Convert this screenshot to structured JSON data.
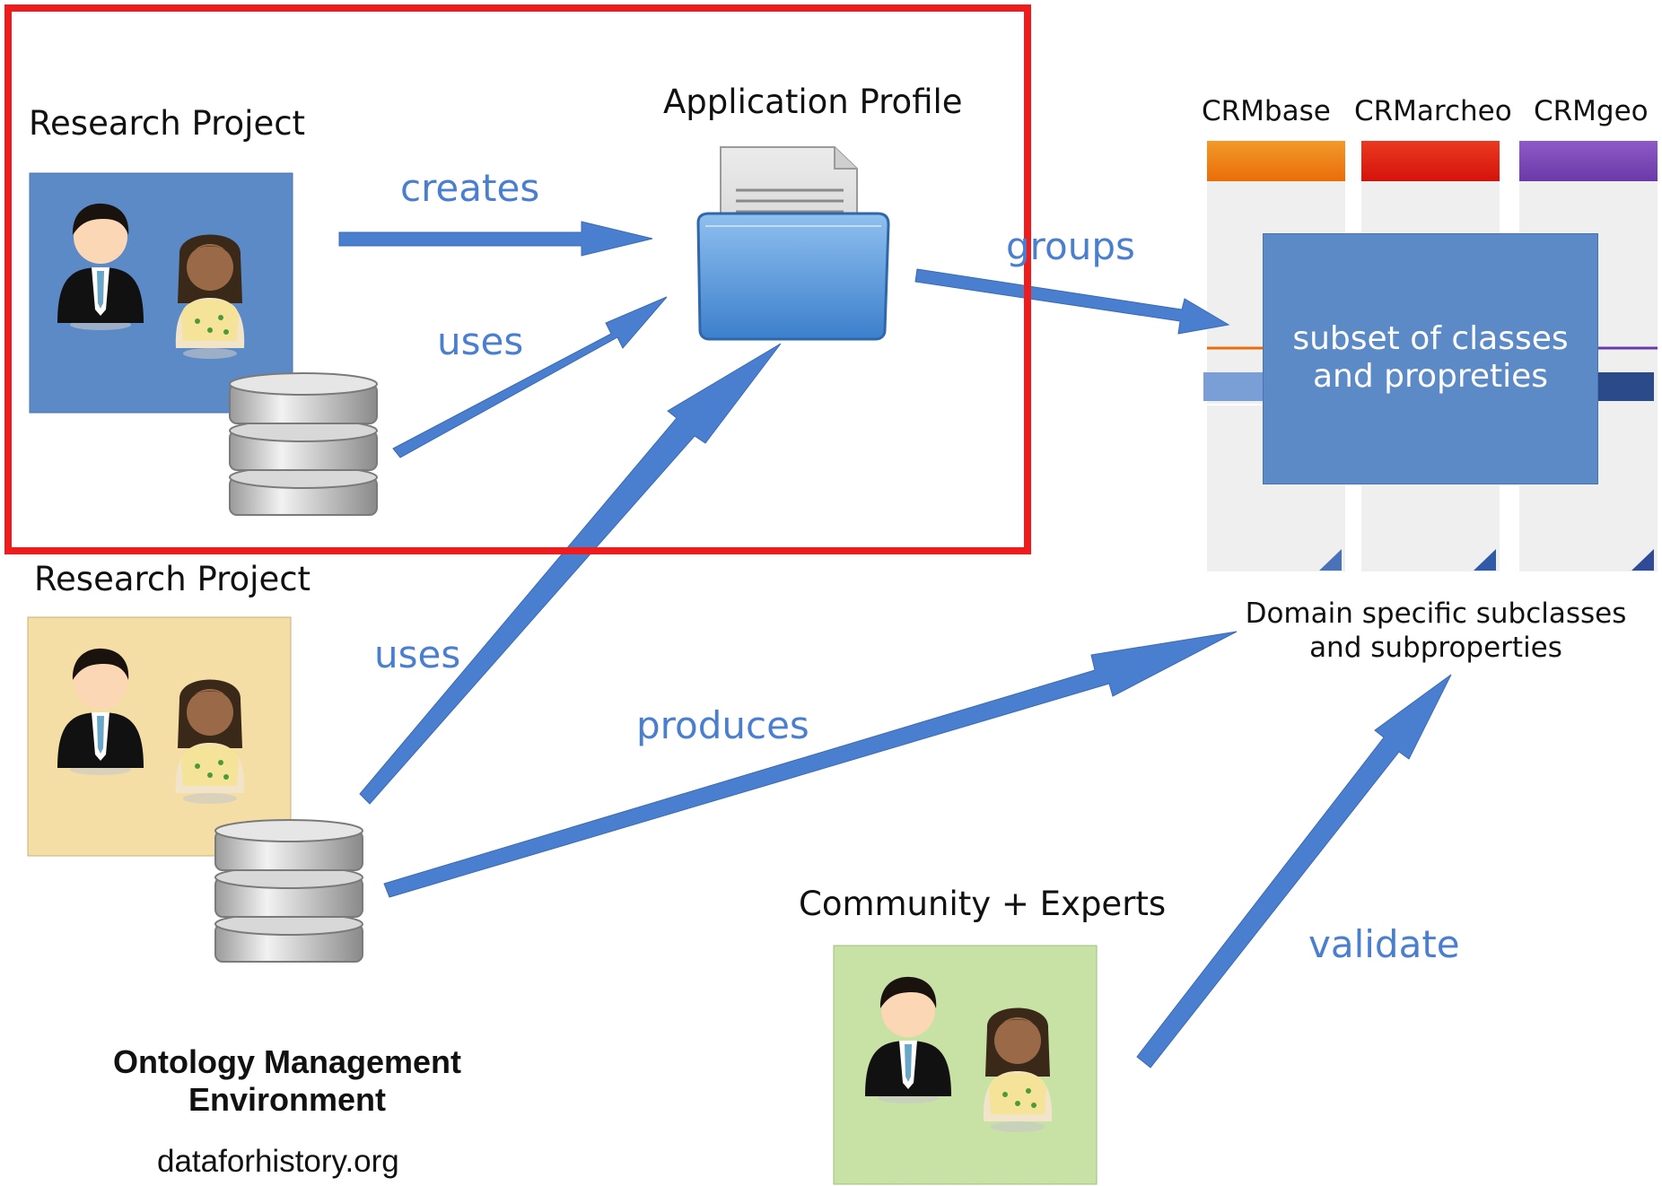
{
  "top_project_title": "Research Project",
  "bottom_project_title": "Research Project",
  "app_profile_title": "Application Profile",
  "crm_labels": [
    "CRMbase",
    "CRMarcheo",
    "CRMgeo"
  ],
  "arrows": {
    "creates": "creates",
    "uses_top": "uses",
    "uses_bottom": "uses",
    "groups": "groups",
    "produces": "produces",
    "validate": "validate"
  },
  "subset_box": {
    "line1": "subset of classes",
    "line2": "and propreties"
  },
  "domain_caption": {
    "line1": "Domain specific subclasses",
    "line2": "and subproperties"
  },
  "community_title": "Community + Experts",
  "ome": {
    "line1": "Ontology Management",
    "line2": "Environment",
    "site": "dataforhistory.org"
  },
  "colors": {
    "highlight": "#ee1c1c",
    "arrow": "#4a7fd0",
    "project_blue": "#5b8ac6",
    "project_tan": "#f5dea6",
    "community_green": "#c8e2a5",
    "crm_orange": "#f07a10",
    "crm_red": "#dd1a0e",
    "crm_purple": "#7a45b4"
  }
}
